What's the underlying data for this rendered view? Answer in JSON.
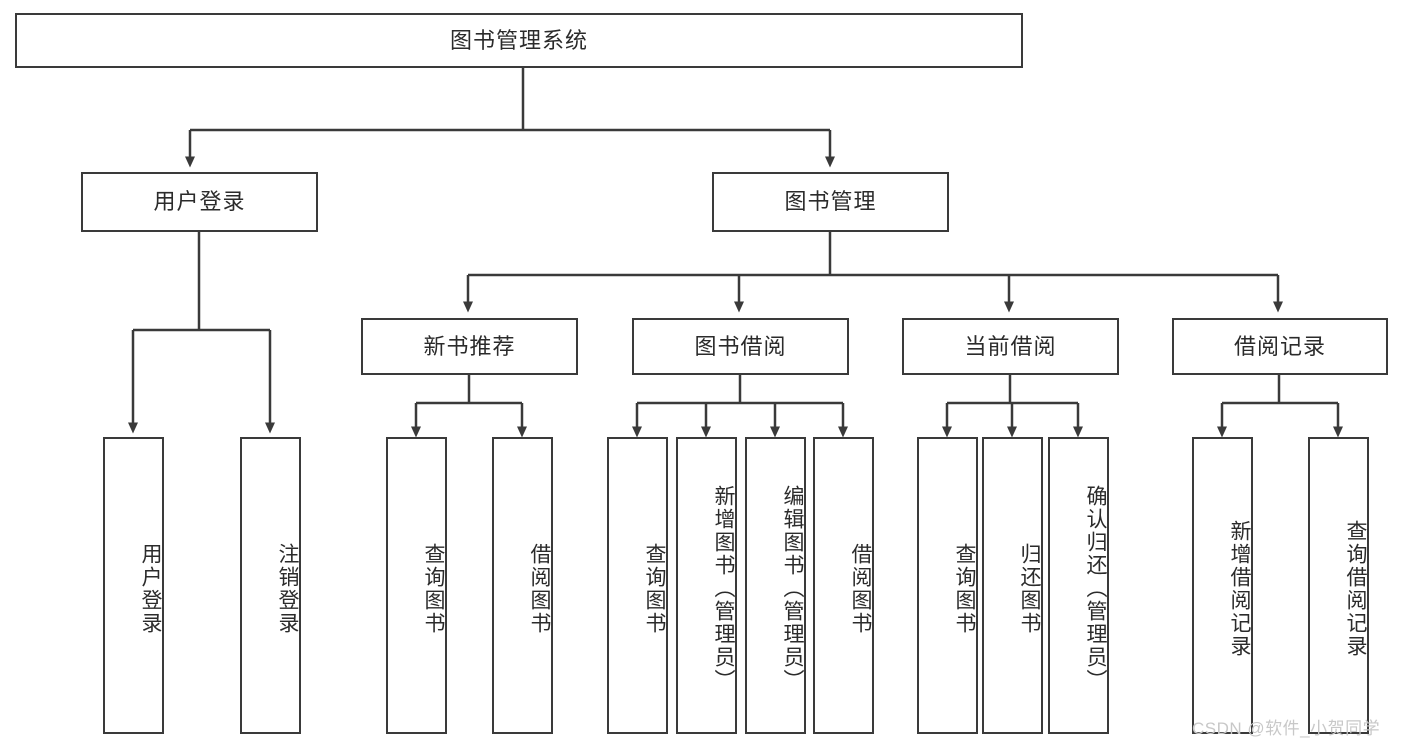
{
  "diagram": {
    "type": "tree-hierarchy",
    "title": "图书管理系统",
    "root": {
      "id": "root",
      "label": "图书管理系统",
      "orientation": "horizontal"
    },
    "level2": [
      {
        "id": "user-login",
        "label": "用户登录",
        "orientation": "horizontal"
      },
      {
        "id": "book-management",
        "label": "图书管理",
        "orientation": "horizontal"
      }
    ],
    "level3": [
      {
        "id": "new-book-recommend",
        "label": "新书推荐",
        "orientation": "horizontal",
        "parent": "book-management"
      },
      {
        "id": "book-borrow",
        "label": "图书借阅",
        "orientation": "horizontal",
        "parent": "book-management"
      },
      {
        "id": "current-borrow",
        "label": "当前借阅",
        "orientation": "horizontal",
        "parent": "book-management"
      },
      {
        "id": "borrow-record",
        "label": "借阅记录",
        "orientation": "horizontal",
        "parent": "book-management"
      }
    ],
    "leaves": [
      {
        "id": "leaf-user-login",
        "label": "用户登录",
        "parent": "user-login"
      },
      {
        "id": "leaf-user-logout",
        "label": "注销登录",
        "parent": "user-login"
      },
      {
        "id": "leaf-query-book-1",
        "label": "查询图书",
        "parent": "new-book-recommend"
      },
      {
        "id": "leaf-borrow-book-1",
        "label": "借阅图书",
        "parent": "new-book-recommend"
      },
      {
        "id": "leaf-query-book-2",
        "label": "查询图书",
        "parent": "book-borrow"
      },
      {
        "id": "leaf-add-book",
        "label": "新增图书（管理员）",
        "parent": "book-borrow"
      },
      {
        "id": "leaf-edit-book",
        "label": "编辑图书（管理员）",
        "parent": "book-borrow"
      },
      {
        "id": "leaf-borrow-book-2",
        "label": "借阅图书",
        "parent": "book-borrow"
      },
      {
        "id": "leaf-query-book-3",
        "label": "查询图书",
        "parent": "current-borrow"
      },
      {
        "id": "leaf-return-book",
        "label": "归还图书",
        "parent": "current-borrow"
      },
      {
        "id": "leaf-confirm-return",
        "label": "确认归还（管理员）",
        "parent": "current-borrow"
      },
      {
        "id": "leaf-add-record",
        "label": "新增借阅记录",
        "parent": "borrow-record"
      },
      {
        "id": "leaf-query-record",
        "label": "查询借阅记录",
        "parent": "borrow-record"
      }
    ],
    "colors": {
      "stroke": "#3a3a3a",
      "background": "#ffffff",
      "text": "#2b2b2b",
      "watermark": "#c8c8c8"
    }
  },
  "watermark": {
    "text": "CSDN @软件_小贺同学"
  }
}
